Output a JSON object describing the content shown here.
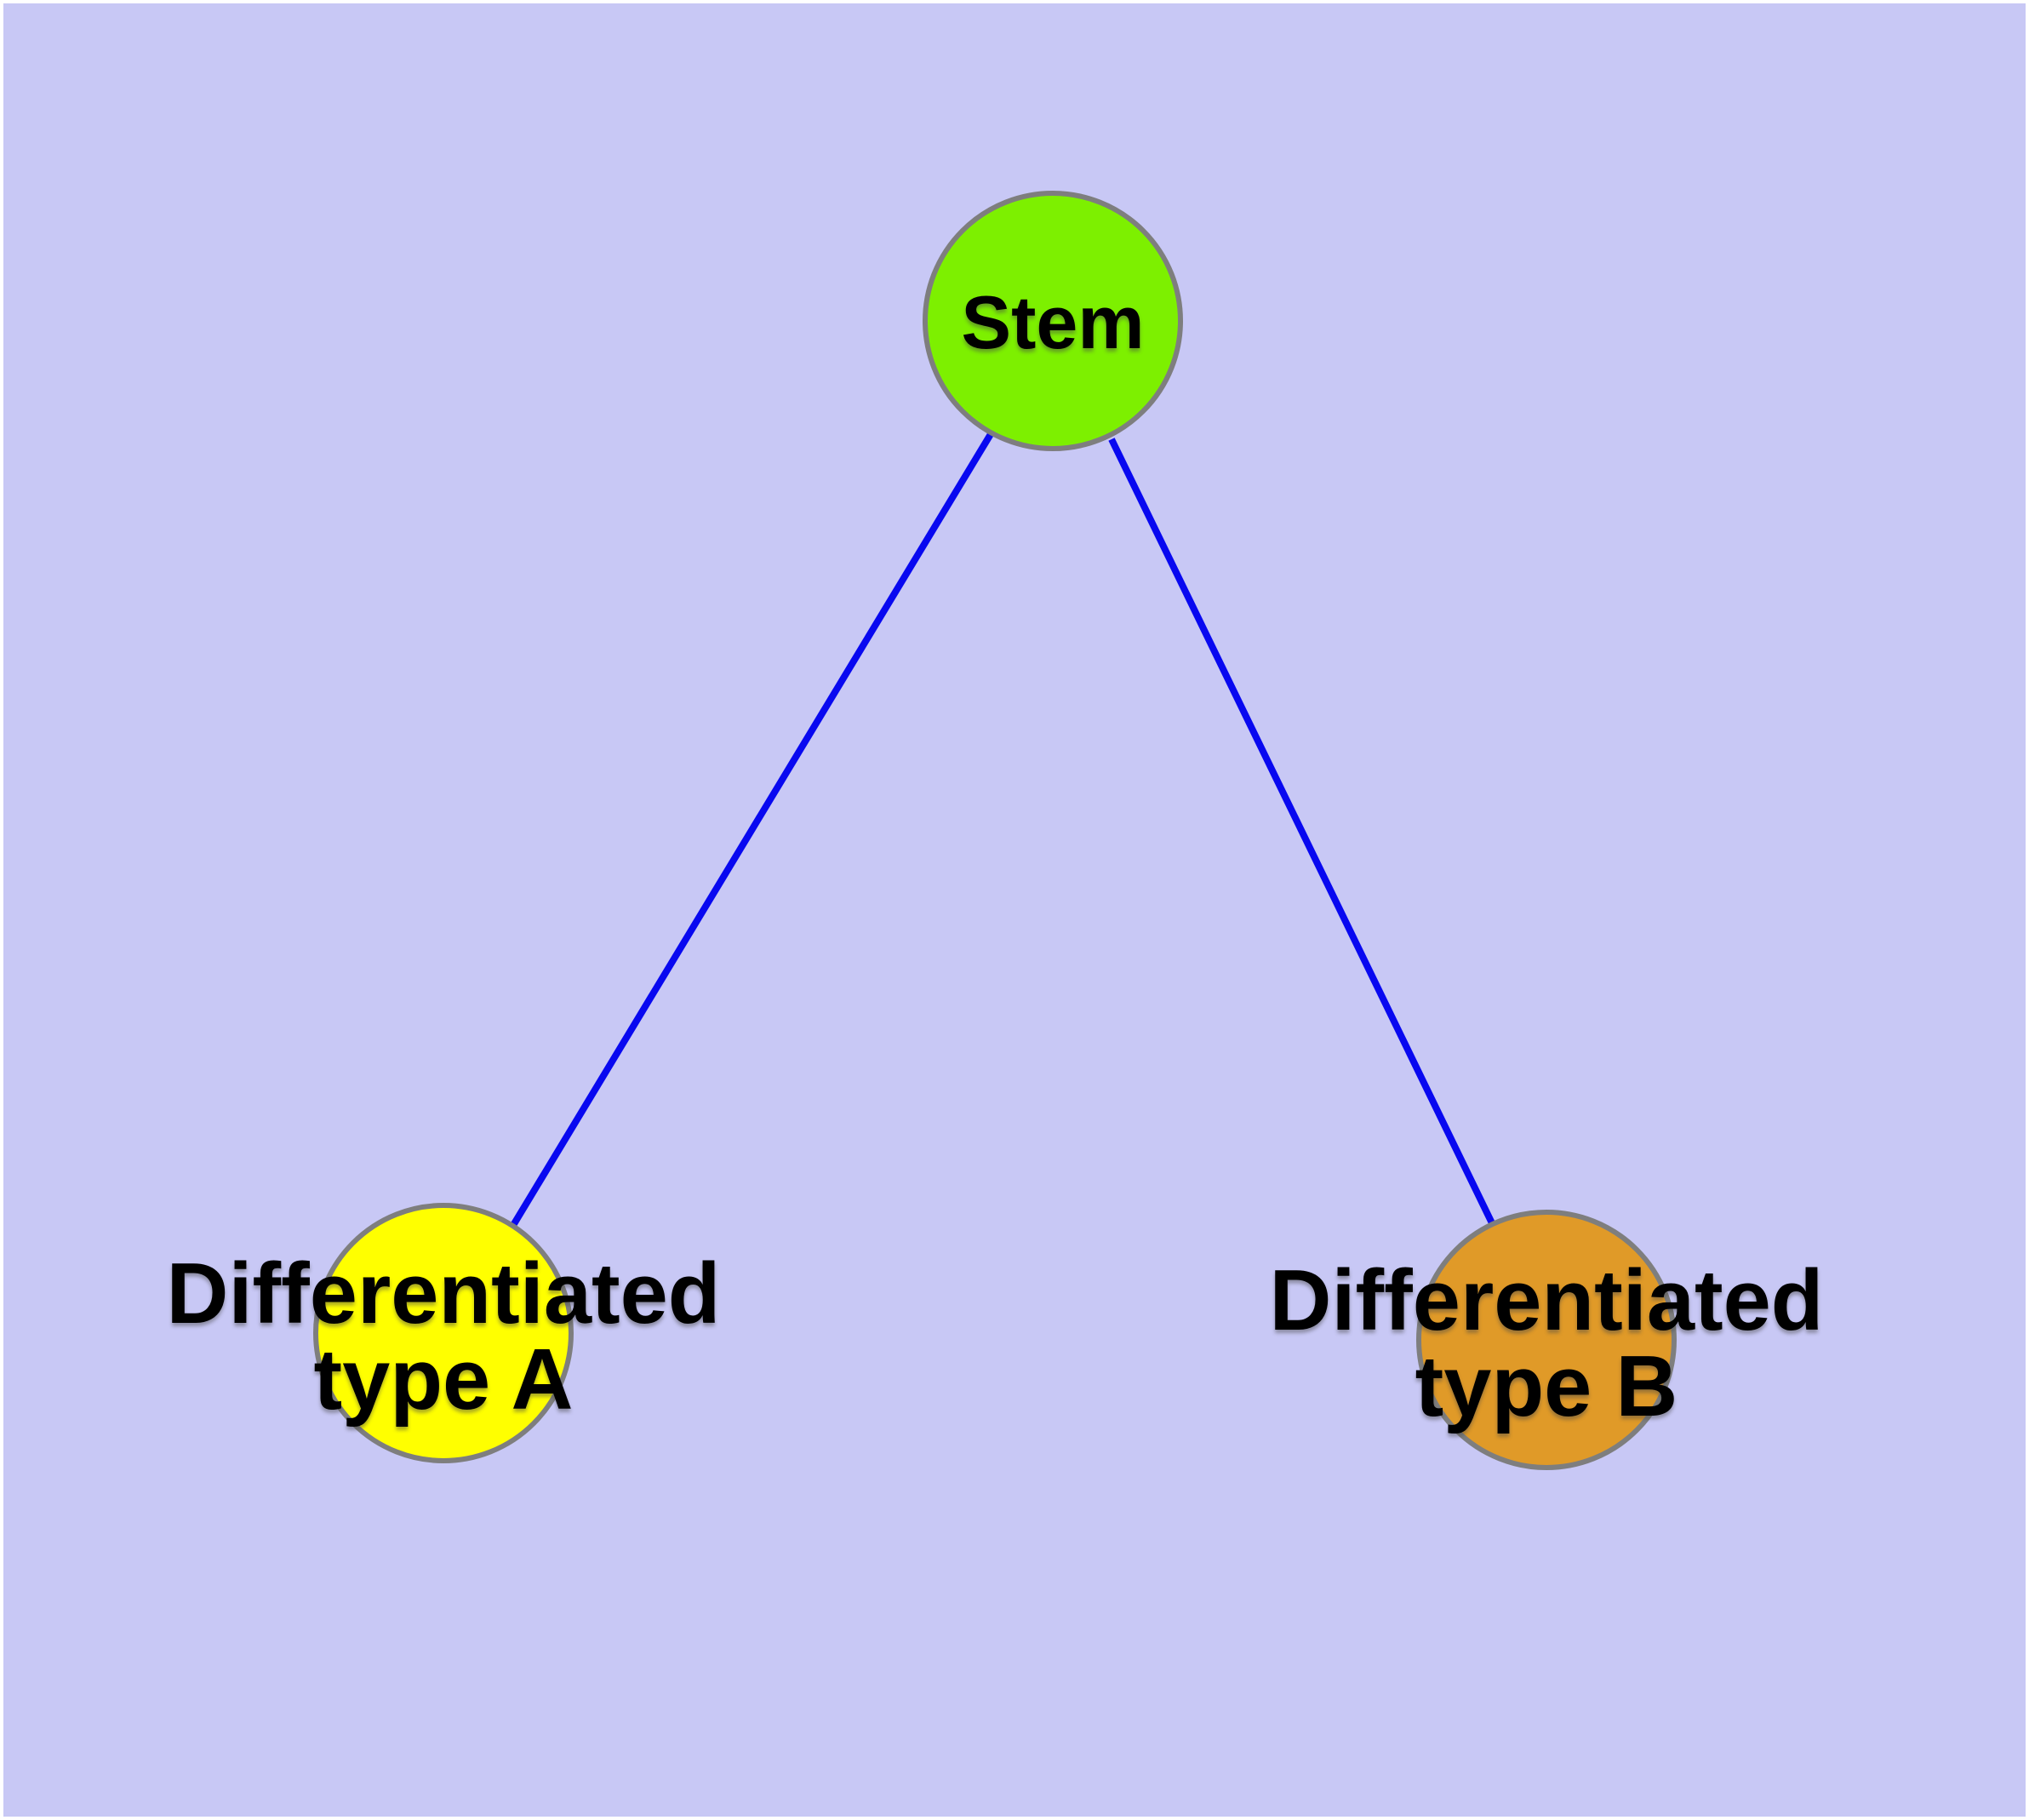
{
  "colors": {
    "background": "#C8C8F5",
    "page_border": "#FFFFFF",
    "edge": "#0808F0",
    "node_border": "#7E7E7E",
    "label_text": "#000000",
    "stem_fill": "#7DF000",
    "type_a_fill": "#FFFF00",
    "type_b_fill": "#E09A28"
  },
  "graph": {
    "nodes": [
      {
        "id": "stem",
        "label": "Stem",
        "lines": [
          "Stem"
        ],
        "fill": "#7DF000"
      },
      {
        "id": "differentiated-type-a",
        "label": "Differentiated type A",
        "lines": [
          "Differentiated",
          "type A"
        ],
        "fill": "#FFFF00"
      },
      {
        "id": "differentiated-type-b",
        "label": "Differentiated type B",
        "lines": [
          "Differentiated",
          "type B"
        ],
        "fill": "#E09A28"
      }
    ],
    "edges": [
      {
        "from": "Stem",
        "to": "Differentiated type A"
      },
      {
        "from": "Stem",
        "to": "Differentiated type B"
      }
    ]
  }
}
